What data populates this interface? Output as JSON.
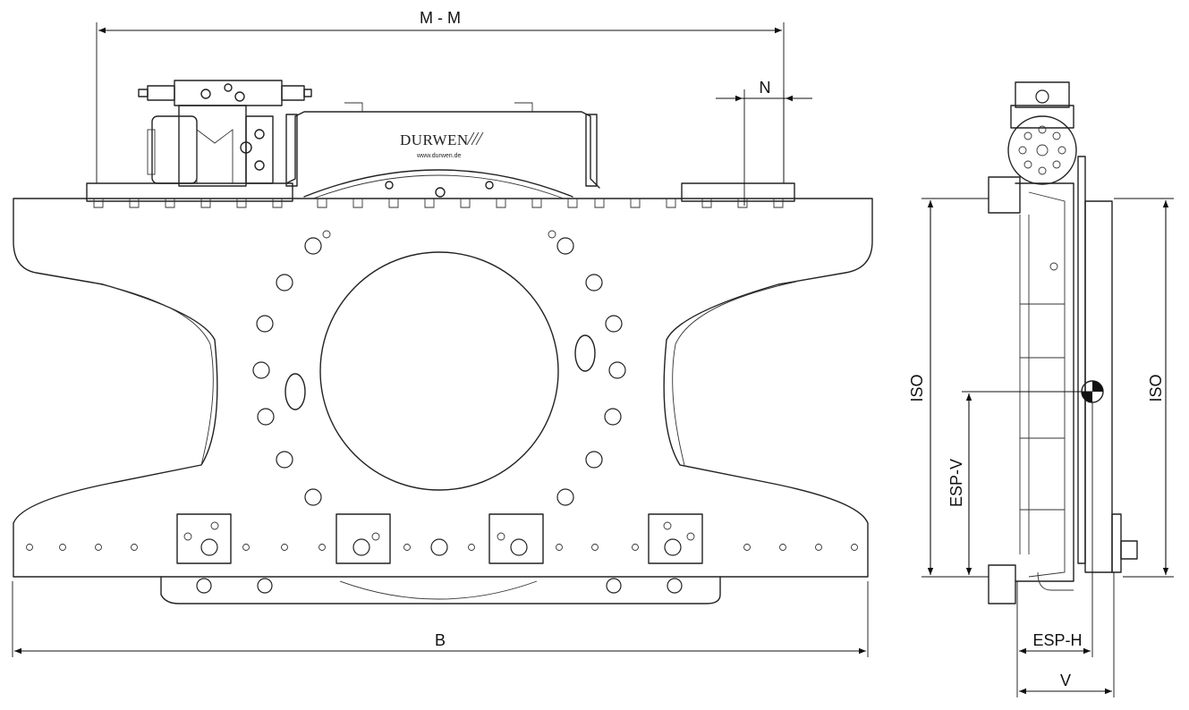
{
  "dimensions": {
    "mm": "M - M",
    "n": "N",
    "b": "B",
    "iso_left": "ISO",
    "iso_right": "ISO",
    "esp_v": "ESP-V",
    "esp_h": "ESP-H",
    "v": "V"
  },
  "logo": {
    "brand": "DURWEN",
    "url": "www.durwen.de"
  },
  "colors": {
    "line": "#222222",
    "background": "#ffffff"
  }
}
